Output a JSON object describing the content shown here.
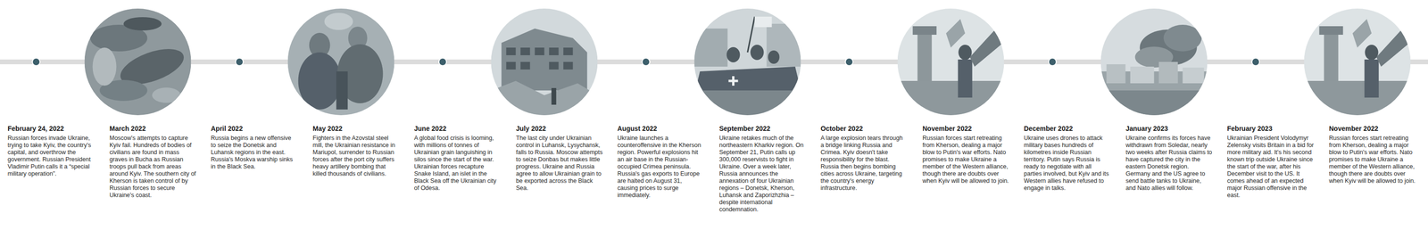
{
  "diagram": {
    "nodes": [
      {
        "text": [
          "February 24, 2022",
          "Russian forces invade Ukraine, trying to take Kyiv, the country's capital, and overthrow the government. Russian President Vladimir Putin calls it a “special military operation”."
        ]
      },
      {
        "text": [
          "March 2022",
          "Moscow's attempts to capture Kyiv fail. Hundreds of bodies of civilians are found in mass graves in Bucha as Russian troops pull back from areas around Kyiv. The southern city of Kherson is taken control of by Russian forces to secure Ukraine's coast."
        ]
      },
      {
        "text": [
          "April 2022",
          "Russia begins a new offensive to seize the Donetsk and Luhansk regions in the east. Russia's Moskva warship sinks in the Black Sea."
        ]
      },
      {
        "text": [
          "May 2022",
          "Fighters in the Azovstal steel mill, the Ukrainian resistance in Mariupol, surrender to Russian forces after the port city suffers heavy artillery bombing that killed thousands of civilians."
        ]
      },
      {
        "text": [
          "June 2022",
          "A global food crisis is looming, with millions of tonnes of Ukrainian grain languishing in silos since the start of the war. Ukrainian forces recapture Snake Island, an islet in the Black Sea off the Ukrainian city of Odesa."
        ]
      },
      {
        "text": [
          "July 2022",
          "The last city under Ukrainian control in Luhansk, Lysychansk, falls to Russia. Moscow attempts to seize Donbas but makes little progress. Ukraine and Russia agree to allow Ukrainian grain to be exported across the Black Sea."
        ]
      },
      {
        "text": [
          "August 2022",
          "Ukraine launches a counteroffensive in the Kherson region. Powerful explosions hit an air base in the Russian-occupied Crimea peninsula. Russia's gas exports to Europe are halted on August 31, causing prices to surge immediately."
        ]
      },
      {
        "text": [
          "September 2022",
          "Ukraine retakes much of the northeastern Kharkiv region. On September 21, Putin calls up 300,000 reservists to fight in Ukraine. Over a week later, Russia announces the annexation of four Ukrainian regions – Donetsk, Kherson, Luhansk and Zaporizhzhia – despite international condemnation."
        ]
      },
      {
        "text": [
          "October 2022",
          "A large explosion tears through a bridge linking Russia and Crimea. Kyiv doesn't take responsibility for the blast. Russia then begins bombing cities across Ukraine, targeting the country's energy infrastructure."
        ]
      },
      {
        "text": [
          "November 2022",
          "Russian forces start retreating from Kherson, dealing a major blow to Putin's war efforts. Nato promises to make Ukraine a member of the Western alliance, though there are doubts over when Kyiv will be allowed to join."
        ]
      },
      {
        "text": [
          "December 2022",
          "Ukraine uses drones to attack military bases hundreds of kilometres inside Russian territory. Putin says Russia is ready to negotiate with all parties involved, but Kyiv and its Western allies have refused to engage in talks."
        ]
      },
      {
        "text": [
          "January 2023",
          "Ukraine confirms its forces have withdrawn from Soledar, nearly two weeks after Russia claims to have captured the city in the eastern Donetsk region. Germany and the US agree to send battle tanks to Ukraine, and Nato allies will follow."
        ]
      },
      {
        "text": [
          "February 2023",
          "Ukrainian President Volodymyr Zelensky visits Britain in a bid for more military aid. It's his second known trip outside Ukraine since the start of the war, after his December visit to the US. It comes ahead of an expected major Russian offensive in the east."
        ]
      },
      {
        "text": [
          "November 2022",
          "Russian forces start retreating from Kherson, dealing a major blow to Putin's war efforts. Nato promises to make Ukraine a member of the Western alliance, though there are doubts over when Kyiv will be allowed to join."
        ]
      }
    ]
  }
}
